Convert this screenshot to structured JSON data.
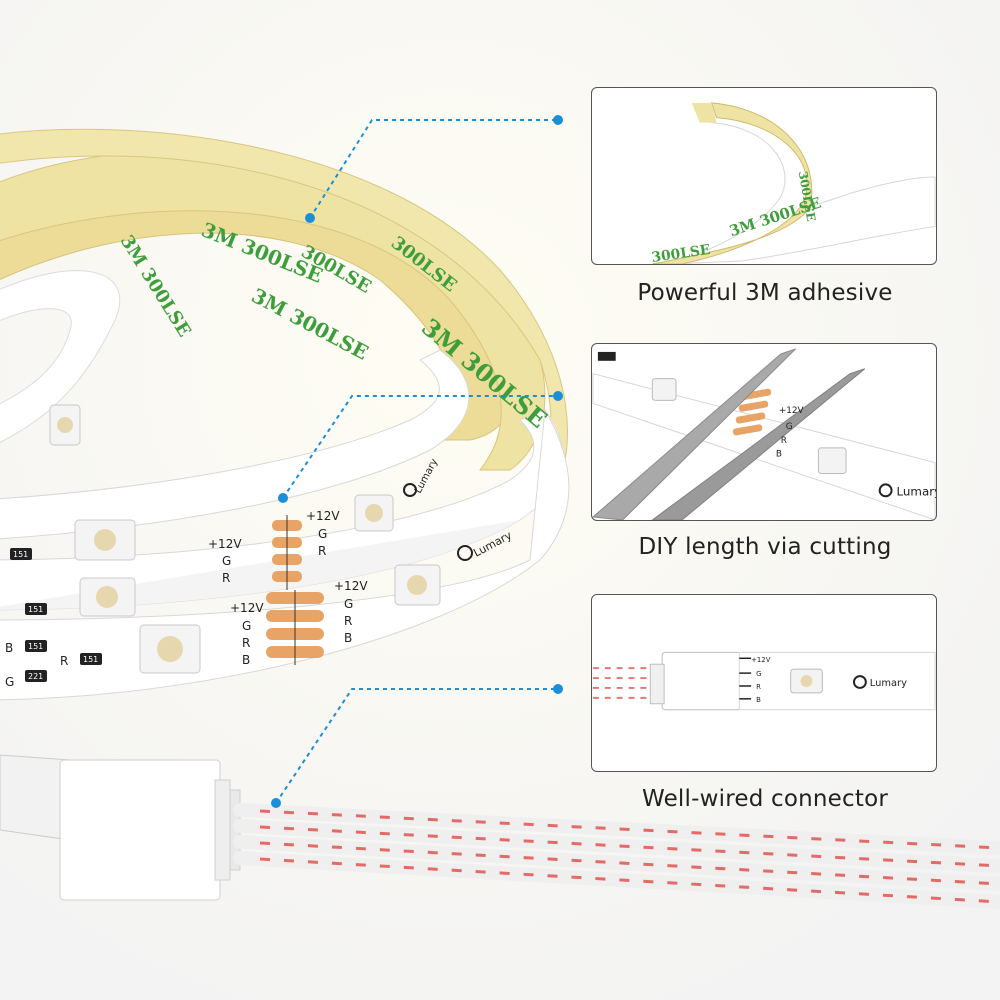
{
  "features": [
    {
      "caption": "Powerful 3M adhesive"
    },
    {
      "caption": "DIY length via cutting"
    },
    {
      "caption": "Well-wired connector"
    }
  ],
  "product": {
    "brand": "Lumary",
    "adhesive_print": "3M 300LSE",
    "adhesive_print_short": "300LSE",
    "pad_label": "+12V",
    "pad_g": "G",
    "pad_r": "R",
    "pad_b": "B",
    "resistor_a": "151",
    "resistor_b": "221"
  },
  "colors": {
    "background": "#f7f7f7",
    "strip": "#ffffff",
    "adhesive_tape": "#efe3a4",
    "adhesive_print": "#3f9e3c",
    "copper_pad": "#e8a467",
    "callout_dot": "#1a8fd8",
    "wire_red": "#e0554f"
  }
}
